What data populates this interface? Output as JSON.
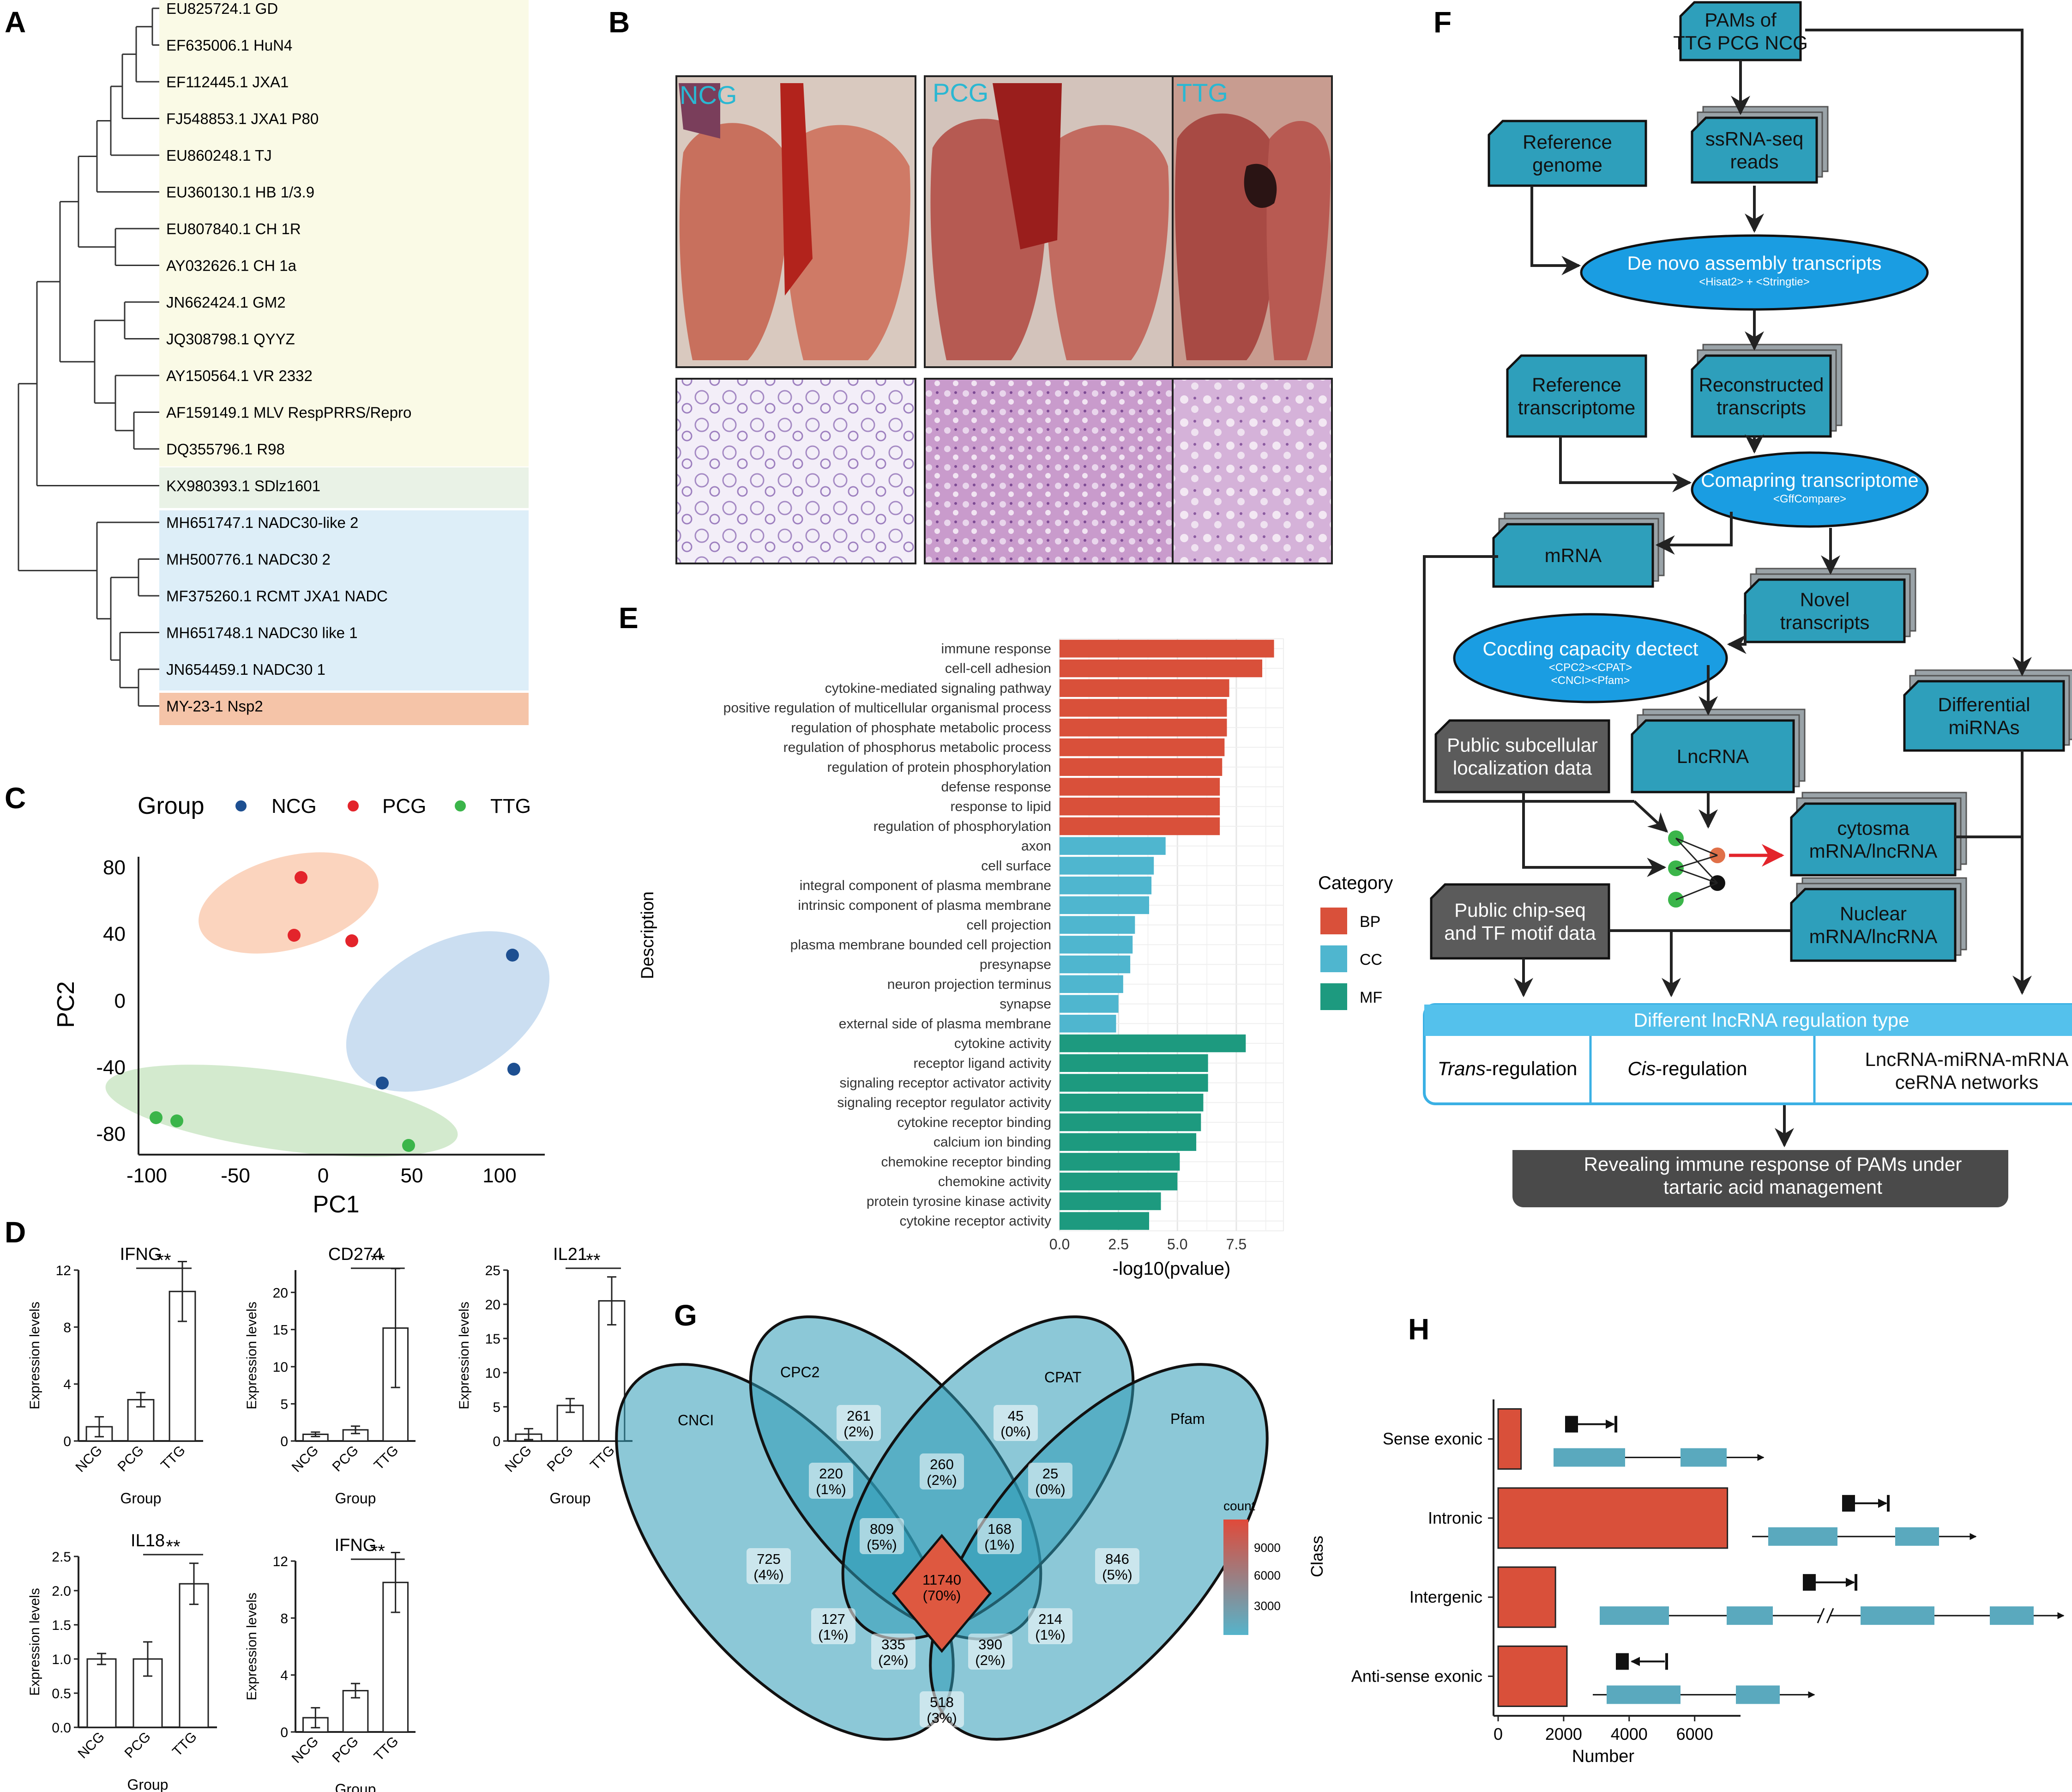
{
  "panel_letters": {
    "A": "A",
    "B": "B",
    "C": "C",
    "D": "D",
    "E": "E",
    "F": "F",
    "G": "G",
    "H": "H"
  },
  "tree": {
    "leaves": [
      "EU825724.1 GD",
      "EF635006.1 HuN4",
      "EF112445.1 JXA1",
      "FJ548853.1 JXA1 P80",
      "EU860248.1 TJ",
      "EU360130.1 HB 1/3.9",
      "EU807840.1 CH 1R",
      "AY032626.1 CH 1a",
      "JN662424.1 GM2",
      "JQ308798.1 QYYZ",
      "AY150564.1 VR 2332",
      "AF159149.1 MLV RespPRRS/Repro",
      "DQ355796.1 R98",
      "KX980393.1 SDlz1601",
      "MH651747.1 NADC30-like 2",
      "MH500776.1 NADC30 2",
      "MF375260.1 RCMT JXA1 NADC",
      "MH651748.1 NADC30 like 1",
      "JN654459.1 NADC30 1",
      "MY-23-1 Nsp2"
    ],
    "colors": {
      "g1": "#fafae6",
      "g2": "#e9f2e6",
      "g3": "#ddeef8",
      "g4": "#f5c4a8"
    }
  },
  "histology": {
    "labels": [
      "NCG",
      "PCG",
      "TTG"
    ],
    "label_color": "#2ab7d2"
  },
  "pca": {
    "legend_title": "Group",
    "groups": [
      {
        "name": "NCG",
        "color": "#1d4f91"
      },
      {
        "name": "PCG",
        "color": "#e3242b"
      },
      {
        "name": "TTG",
        "color": "#3bb54a"
      }
    ],
    "xlabel": "PC1",
    "ylabel": "PC2",
    "xticks": [
      "-100",
      "-50",
      "0",
      "50",
      "100"
    ],
    "yticks": [
      "80",
      "40",
      "0",
      "-40",
      "-80"
    ]
  },
  "bars_d": [
    {
      "title": "IFNG",
      "ylabel": "Expression levels",
      "xlabel": "Group",
      "cats": [
        "NCG",
        "PCG",
        "TTG"
      ],
      "values": [
        1.0,
        2.9,
        10.5
      ],
      "err": [
        0.7,
        0.5,
        2.1
      ],
      "ymax": 12,
      "ticks": [
        "0",
        "4",
        "8",
        "12"
      ],
      "sig": "**"
    },
    {
      "title": "CD274",
      "ylabel": "Expression levels",
      "xlabel": "Group",
      "cats": [
        "NCG",
        "PCG",
        "TTG"
      ],
      "values": [
        0.9,
        1.5,
        15.2
      ],
      "err": [
        0.3,
        0.5,
        8.0
      ],
      "ymax": 23,
      "ticks": [
        "0",
        "5",
        "10",
        "15",
        "20"
      ],
      "sig": "**"
    },
    {
      "title": "IL21",
      "ylabel": "Expression levels",
      "xlabel": "Group",
      "cats": [
        "NCG",
        "PCG",
        "TTG"
      ],
      "values": [
        1.0,
        5.2,
        20.5
      ],
      "err": [
        0.8,
        1.0,
        3.5
      ],
      "ymax": 25,
      "ticks": [
        "0",
        "5",
        "10",
        "15",
        "20",
        "25"
      ],
      "sig": "**"
    },
    {
      "title": "IL18",
      "ylabel": "Expression levels",
      "xlabel": "Group",
      "cats": [
        "NCG",
        "PCG",
        "TTG"
      ],
      "values": [
        1.0,
        1.0,
        2.1
      ],
      "err": [
        0.08,
        0.25,
        0.3
      ],
      "ymax": 2.5,
      "ticks": [
        "0.0",
        "0.5",
        "1.0",
        "1.5",
        "2.0",
        "2.5"
      ],
      "sig": "**"
    },
    {
      "title": "IFNG",
      "ylabel": "Expression levels",
      "xlabel": "Group",
      "cats": [
        "NCG",
        "PCG",
        "TTG"
      ],
      "values": [
        1.0,
        2.9,
        10.5
      ],
      "err": [
        0.7,
        0.5,
        2.1
      ],
      "ymax": 12,
      "ticks": [
        "0",
        "4",
        "8",
        "12"
      ],
      "sig": "**"
    }
  ],
  "chart_data": {
    "type": "bar",
    "ylabel": "Description",
    "xlabel": "-log10(pvalue)",
    "xlim": [
      0,
      9.5
    ],
    "xticks": [
      "0.0",
      "2.5",
      "5.0",
      "7.5"
    ],
    "legend_title": "Category",
    "legend": [
      {
        "name": "BP",
        "color": "#d9503a"
      },
      {
        "name": "CC",
        "color": "#4fb6cf"
      },
      {
        "name": "MF",
        "color": "#1d9a7f"
      }
    ],
    "categories": [
      "immune response",
      "cell-cell adhesion",
      "cytokine-mediated signaling pathway",
      "positive regulation of multicellular organismal process",
      "regulation of phosphate metabolic process",
      "regulation of phosphorus metabolic process",
      "regulation of protein phosphorylation",
      "defense response",
      "response to lipid",
      "regulation of phosphorylation",
      "axon",
      "cell surface",
      "integral component of plasma membrane",
      "intrinsic component of plasma membrane",
      "cell projection",
      "plasma membrane bounded cell projection",
      "presynapse",
      "neuron projection terminus",
      "synapse",
      "external side of plasma membrane",
      "cytokine activity",
      "receptor ligand activity",
      "signaling receptor activator activity",
      "signaling receptor regulator activity",
      "cytokine receptor binding",
      "calcium ion binding",
      "chemokine receptor binding",
      "chemokine activity",
      "protein tyrosine kinase activity",
      "cytokine receptor activity"
    ],
    "values": [
      9.1,
      8.6,
      7.2,
      7.1,
      7.1,
      7.0,
      6.9,
      6.8,
      6.8,
      6.8,
      4.5,
      4.0,
      3.9,
      3.8,
      3.2,
      3.1,
      3.0,
      2.7,
      2.5,
      2.4,
      7.9,
      6.3,
      6.3,
      6.1,
      6.0,
      5.8,
      5.1,
      5.0,
      4.3,
      3.8
    ],
    "category_group": [
      "BP",
      "BP",
      "BP",
      "BP",
      "BP",
      "BP",
      "BP",
      "BP",
      "BP",
      "BP",
      "CC",
      "CC",
      "CC",
      "CC",
      "CC",
      "CC",
      "CC",
      "CC",
      "CC",
      "CC",
      "MF",
      "MF",
      "MF",
      "MF",
      "MF",
      "MF",
      "MF",
      "MF",
      "MF",
      "MF"
    ]
  },
  "flow": {
    "pams": "PAMs of\nTTG PCG NCG",
    "ref_genome": "Reference\ngenome",
    "ssrna": "ssRNA-seq\nreads",
    "denovo": "De novo assembly transcripts",
    "denovo_sub": "<Hisat2> + <Stringtie>",
    "ref_tx": "Reference\ntranscriptome",
    "recon": "Reconstructed\ntranscripts",
    "compare": "Comapring transcriptome",
    "compare_sub": "<GffCompare>",
    "mrna": "mRNA",
    "novel": "Novel\ntranscripts",
    "coding": "Cocding capacity dectect",
    "coding_sub1": "<CPC2><CPAT>",
    "coding_sub2": "<CNCI><Pfam>",
    "diff_mirna": "Differential\nmiRNAs",
    "public_sub": "Public subcellular\nlocalization data",
    "lncrna": "LncRNA",
    "cytosma": "cytosma\nmRNA/lncRNA",
    "nuclear": "Nuclear\nmRNA/lncRNA",
    "public_chip": "Public chip-seq\nand TF motif data",
    "reg_title": "Different lncRNA regulation type",
    "trans": "Trans",
    "trans_rest": "-regulation",
    "cis": "Cis",
    "cis_rest": "-regulation",
    "cerna": "LncRNA-miRNA-mRNA\nceRNA networks",
    "reveal": "Revealing immune response of PAMs under\ntartaric acid management",
    "colors": {
      "teal": "#2e9fbb",
      "oval": "#1a9de2",
      "grey": "#5b5b5b",
      "lightblue": "#54c1ec"
    }
  },
  "venn": {
    "sets": [
      "CNCI",
      "CPC2",
      "CPAT",
      "Pfam"
    ],
    "regions": [
      {
        "n": "261",
        "p": "(2%)"
      },
      {
        "n": "45",
        "p": "(0%)"
      },
      {
        "n": "220",
        "p": "(1%)"
      },
      {
        "n": "260",
        "p": "(2%)"
      },
      {
        "n": "25",
        "p": "(0%)"
      },
      {
        "n": "809",
        "p": "(5%)"
      },
      {
        "n": "168",
        "p": "(1%)"
      },
      {
        "n": "725",
        "p": "(4%)"
      },
      {
        "n": "11740",
        "p": "(70%)"
      },
      {
        "n": "846",
        "p": "(5%)"
      },
      {
        "n": "127",
        "p": "(1%)"
      },
      {
        "n": "214",
        "p": "(1%)"
      },
      {
        "n": "335",
        "p": "(2%)"
      },
      {
        "n": "390",
        "p": "(2%)"
      },
      {
        "n": "518",
        "p": "(3%)"
      }
    ],
    "legend_title": "count",
    "legend_ticks": [
      "9000",
      "6000",
      "3000"
    ]
  },
  "class_chart": {
    "ylabel": "Class",
    "xlabel": "Number",
    "categories": [
      "Sense exonic",
      "Intronic",
      "Intergenic",
      "Anti-sense exonic"
    ],
    "values": [
      700,
      7000,
      1750,
      2100
    ],
    "xticks": [
      "0",
      "2000",
      "4000",
      "6000"
    ],
    "xmax": 7400,
    "bar_color": "#d9503a",
    "exon_color": "#5aa9be"
  }
}
